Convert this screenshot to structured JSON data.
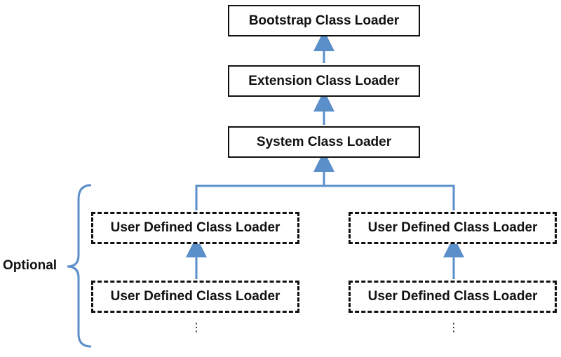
{
  "diagram": {
    "nodes": {
      "bootstrap": "Bootstrap Class Loader",
      "extension": "Extension Class Loader",
      "system": "System Class Loader",
      "user_left_top": "User Defined Class Loader",
      "user_right_top": "User Defined Class Loader",
      "user_left_bottom": "User Defined Class Loader",
      "user_right_bottom": "User Defined Class Loader"
    },
    "optional_label": "Optional",
    "continuation": "⋮",
    "colors": {
      "arrow": "#5b8fc9",
      "box_border": "#111111",
      "text": "#111111"
    }
  }
}
